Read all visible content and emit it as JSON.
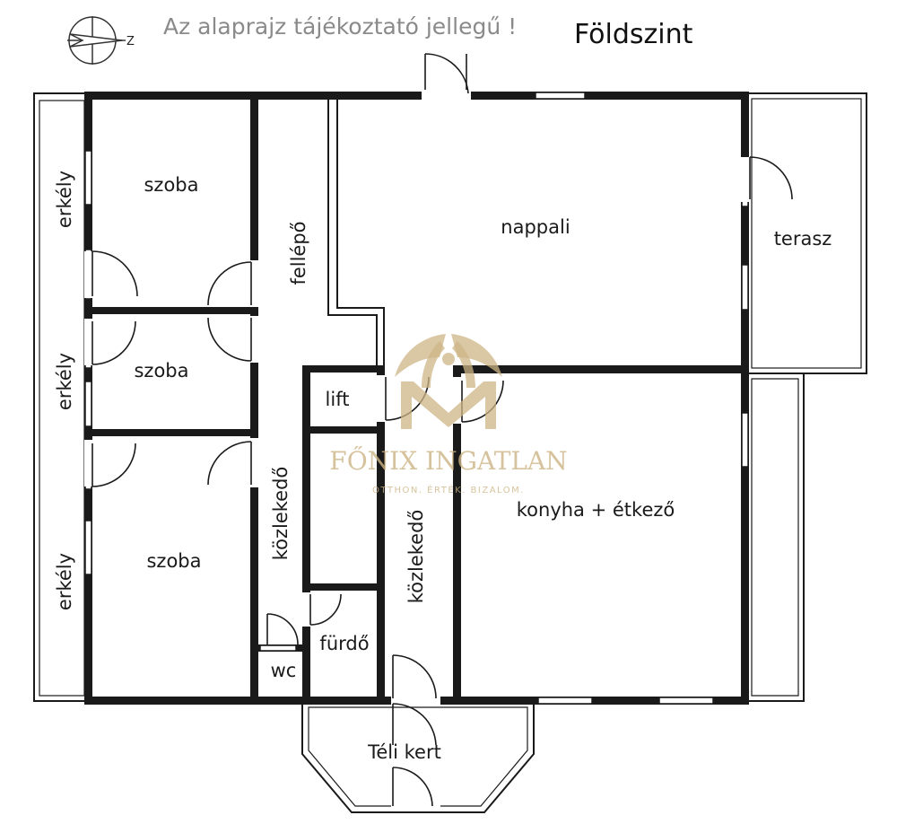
{
  "header": {
    "notice": "Az alaprajz tájékoztató jellegű !",
    "floor_title": "Földszint",
    "compass_letter": "Z"
  },
  "rooms": {
    "erkely_1": "erkély",
    "erkely_2": "erkély",
    "erkely_3": "erkély",
    "szoba_1": "szoba",
    "szoba_2": "szoba",
    "szoba_3": "szoba",
    "fellepo": "fellépő",
    "nappali": "nappali",
    "terasz": "terasz",
    "lift": "lift",
    "kozlekedo_1": "közlekedő",
    "kozlekedo_2": "közlekedő",
    "konyha": "konyha + étkező",
    "furdo": "fürdő",
    "wc": "wc",
    "teli_kert": "Téli kert"
  },
  "watermark": {
    "brand": "FŐNIX INGATLAN",
    "tagline": "OTTHON. ÉRTÉK. BIZALOM."
  },
  "colors": {
    "wall": "#1a1a1a",
    "watermark": "#cdb585",
    "notice": "#8a8a8a"
  }
}
